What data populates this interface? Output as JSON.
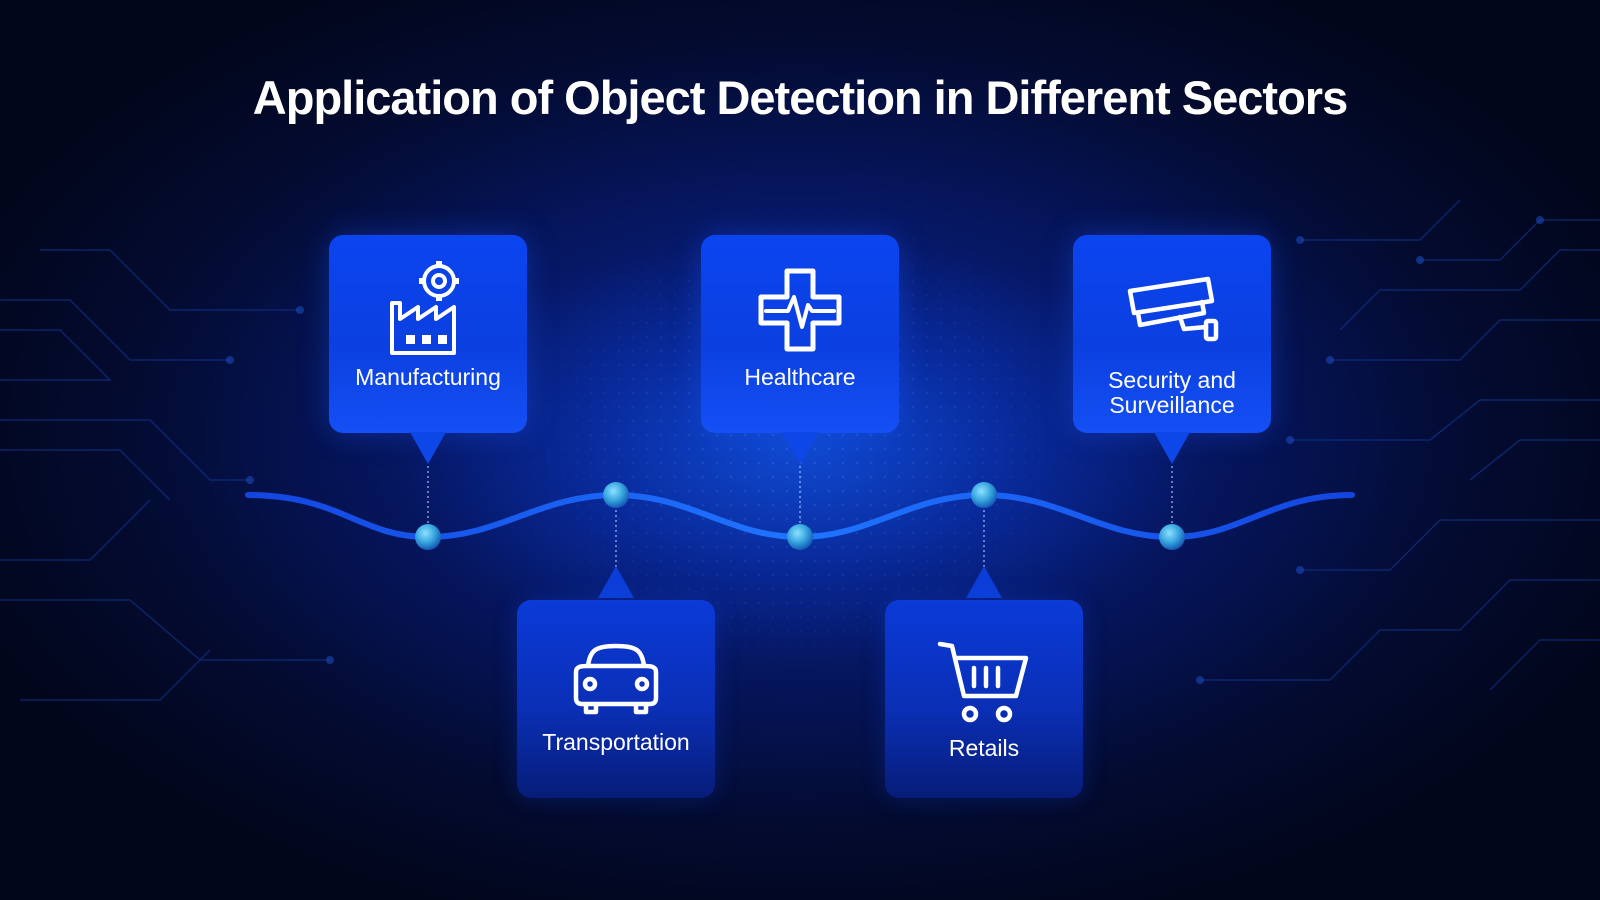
{
  "title": "Application of Object Detection in Different Sectors",
  "colors": {
    "background_dark": "#02061a",
    "background_glow": "#1464ff",
    "card_blue": "#0b45f0",
    "wave_line": "#1a6cff",
    "node": "#3aa8e0",
    "text": "#ffffff"
  },
  "sectors": [
    {
      "label": "Manufacturing",
      "icon": "factory-gear-icon",
      "position": "above"
    },
    {
      "label": "Transportation",
      "icon": "car-icon",
      "position": "below"
    },
    {
      "label": "Healthcare",
      "icon": "medical-cross-heartbeat-icon",
      "position": "above"
    },
    {
      "label": "Retails",
      "icon": "shopping-cart-icon",
      "position": "below"
    },
    {
      "label": "Security and\nSurveillance",
      "icon": "security-camera-icon",
      "position": "above"
    }
  ]
}
